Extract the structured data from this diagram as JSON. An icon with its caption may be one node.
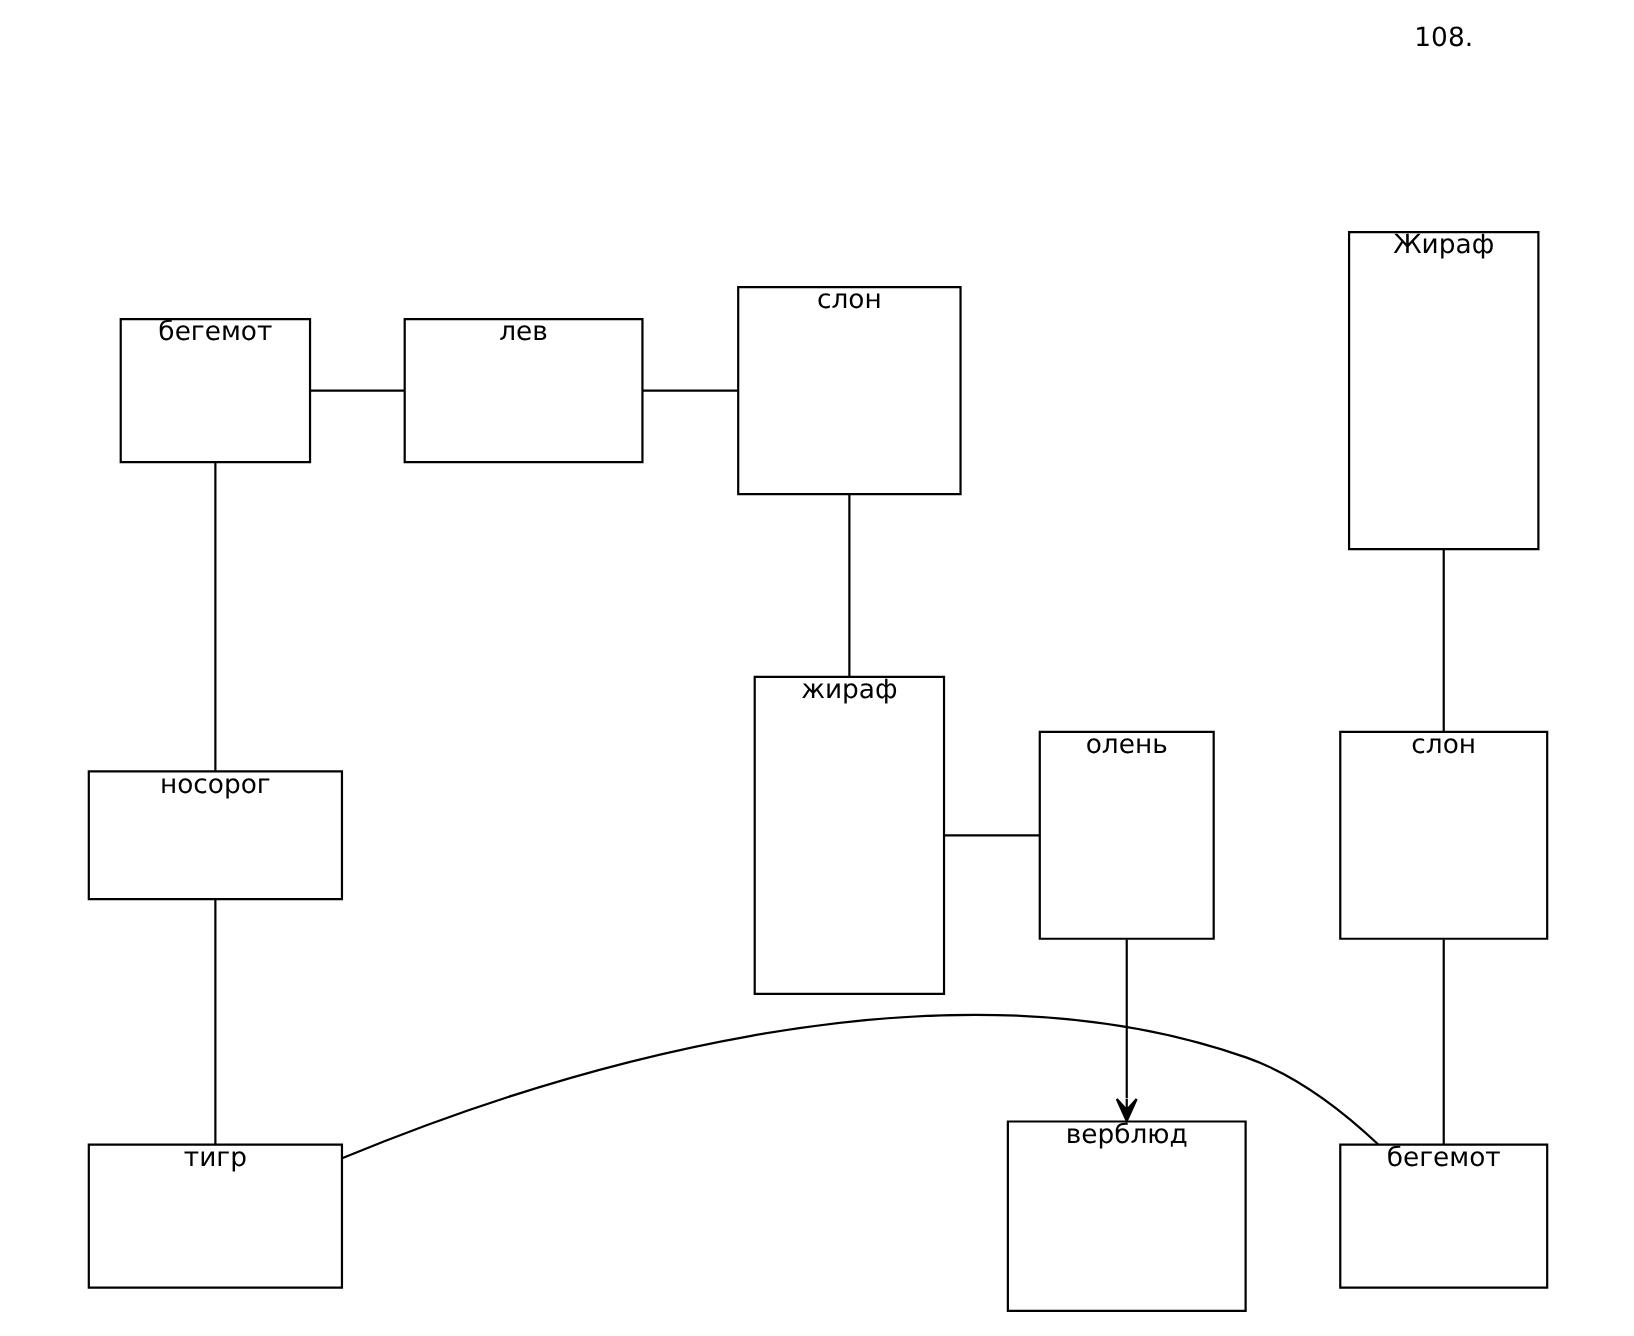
{
  "diagram": {
    "nodes": [
      {
        "text": [
          "Жираф"
        ]
      },
      {
        "text": [
          "бегемот"
        ]
      },
      {
        "text": [
          "лев"
        ]
      },
      {
        "text": [
          "слон"
        ]
      },
      {
        "text": [
          "олень"
        ]
      },
      {
        "text": [
          "слон"
        ]
      },
      {
        "text": [
          "носорог"
        ]
      },
      {
        "text": [
          "жираф"
        ]
      },
      {
        "text": [
          "бегемот"
        ]
      },
      {
        "text": [
          "тигр"
        ]
      },
      {
        "text": [
          "верблюд"
        ]
      }
    ],
    "edges": [
      {
        "from": 0,
        "to": 5,
        "arrow": "none"
      },
      {
        "from": 1,
        "to": 2,
        "arrow": "none"
      },
      {
        "from": 2,
        "to": 3,
        "arrow": "none"
      },
      {
        "from": 1,
        "to": 6,
        "arrow": "none"
      },
      {
        "from": 3,
        "to": 7,
        "arrow": "none"
      },
      {
        "from": 4,
        "to": 7,
        "arrow": "none"
      },
      {
        "from": 4,
        "to": 10,
        "arrow": "to"
      },
      {
        "from": 5,
        "to": 8,
        "arrow": "none"
      },
      {
        "from": 8,
        "to": 9,
        "arrow": "none"
      },
      {
        "from": 6,
        "to": 9,
        "arrow": "none"
      }
    ],
    "labels": [
      "108."
    ]
  }
}
